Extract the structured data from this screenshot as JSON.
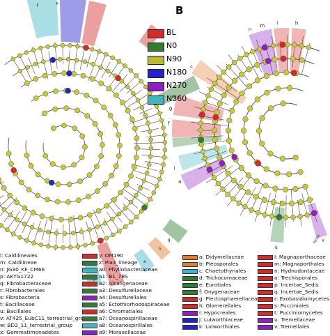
{
  "colors": {
    "node": "#c8c83c",
    "node_edge": "#555522",
    "BL": "#d42a2a",
    "N0": "#2e7d32",
    "N90": "#bbbb33",
    "N180": "#2323cc",
    "N270": "#8e1fc4",
    "N360": "#3fb6c4"
  },
  "panel_b_letter": "B",
  "legend_groups": [
    {
      "label": "BL",
      "color": "#d42a2a"
    },
    {
      "label": "N0",
      "color": "#2e7d32"
    },
    {
      "label": "N90",
      "color": "#bbbb33"
    },
    {
      "label": "N180",
      "color": "#2323cc"
    },
    {
      "label": "N270",
      "color": "#8e1fc4"
    },
    {
      "label": "N360",
      "color": "#3fb6c4"
    }
  ],
  "panel_a_col1": [
    {
      "text": "l: Caldilineales",
      "color": ""
    },
    {
      "text": "m: Caldilineae",
      "color": ""
    },
    {
      "text": "n: JG30_KF_CM66",
      "color": ""
    },
    {
      "text": "p: AKYG1722",
      "color": ""
    },
    {
      "text": "q: Fibrobacteraceae",
      "color": ""
    },
    {
      "text": "r: Fibrobacterales",
      "color": ""
    },
    {
      "text": "s: Fibrobacteria",
      "color": ""
    },
    {
      "text": "t: Bacillaceae",
      "color": ""
    },
    {
      "text": "u: Bacillales",
      "color": ""
    },
    {
      "text": "v: AT425_EubC11_terrestrial_group",
      "color": ""
    },
    {
      "text": "w: BD2_11_terrestrial_group",
      "color": ""
    },
    {
      "text": "x: Gemmatimonadetes",
      "color": ""
    }
  ],
  "panel_a_col2": [
    {
      "text": "y: OM190",
      "color": "#d42a2a"
    },
    {
      "text": "z: Pla3_lineage",
      "color": "#2e7d32"
    },
    {
      "text": "a0: Phyllobacteriaceae",
      "color": "#3fb6c4"
    },
    {
      "text": "a1: B1_7BS",
      "color": "#2e7d32"
    },
    {
      "text": "a2: Alcaligenaceae",
      "color": "#d42a2a"
    },
    {
      "text": "a3: Desulfurellaceae",
      "color": "#2e7d32"
    },
    {
      "text": "a4: Desulfurellales",
      "color": "#8e1fc4"
    },
    {
      "text": "a5: Ectothiorhodospiraceae",
      "color": "#2e7d32"
    },
    {
      "text": "a6: Chromatiales",
      "color": "#d42a2a"
    },
    {
      "text": "a7: Oceanospirillaceae",
      "color": "#2e7d32"
    },
    {
      "text": "a8: Oceanospirillales",
      "color": "#3fb6c4"
    },
    {
      "text": "a9: Moraxellaceae",
      "color": "#8e1fc4"
    }
  ],
  "panel_b_col1": [
    {
      "text": "a: Didymellaceae",
      "color": "#e07c2a"
    },
    {
      "text": "b: Pleosporales",
      "color": "#e07c2a"
    },
    {
      "text": "c: Chaetothyriales",
      "color": "#3fb6c4"
    },
    {
      "text": "d: Trichocomaceae",
      "color": "#2e7d32"
    },
    {
      "text": "e: Eurotiales",
      "color": "#2e7d32"
    },
    {
      "text": "f: Onygenaceae",
      "color": "#2e7d32"
    },
    {
      "text": "g: Plectosphaerellaceae",
      "color": "#d42a2a"
    },
    {
      "text": "h: Glomerellales",
      "color": "#d42a2a"
    },
    {
      "text": "i: Hypocreales",
      "color": "#8e1fc4"
    },
    {
      "text": "j: Lulworthiaceae",
      "color": "#2323cc"
    },
    {
      "text": "k: Lulworthiales",
      "color": "#2323cc"
    }
  ],
  "panel_b_col2": [
    {
      "text": "l: Magnaporthaceae",
      "color": "#d42a2a"
    },
    {
      "text": "m: Magnaporthales",
      "color": "#d42a2a"
    },
    {
      "text": "n: Hydnodontaceae",
      "color": "#d42a2a"
    },
    {
      "text": "o: Trechisporales",
      "color": "#d42a2a"
    },
    {
      "text": "p: Incertae_Sedis",
      "color": "#d42a2a"
    },
    {
      "text": "q: Incertae_Sedis",
      "color": "#d42a2a"
    },
    {
      "text": "r: Exobasidiomycetes",
      "color": "#d42a2a"
    },
    {
      "text": "s: Pucciniales",
      "color": "#d42a2a"
    },
    {
      "text": "t: Pucciniomycetes",
      "color": "#d42a2a"
    },
    {
      "text": "u: Tremellaceae",
      "color": "#8e1fc4"
    },
    {
      "text": "v: Tremellales",
      "color": "#8e1fc4"
    }
  ],
  "panel_a_clade_letters": [
    "f",
    "e",
    "g",
    "h",
    "a",
    "b"
  ],
  "panel_b_clade_letters": [
    "n",
    "m",
    "l",
    "h",
    "f",
    "g",
    "e",
    "c",
    "a",
    "i",
    "k",
    "v"
  ],
  "footer_tag": "ej034"
}
